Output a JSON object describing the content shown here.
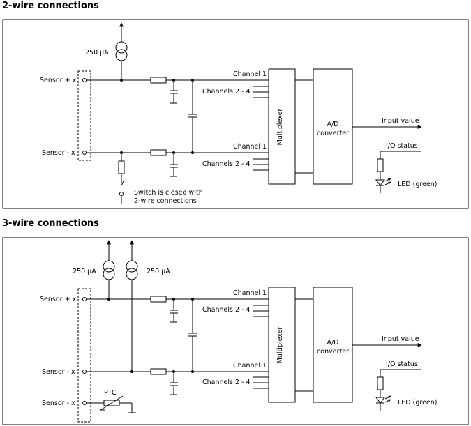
{
  "sections": [
    {
      "heading": "2-wire connections",
      "labels": {
        "current_source": "250 µA",
        "sensor_plus": "Sensor + x",
        "sensor_minus": "Sensor - x",
        "channel1_top": "Channel 1",
        "channels_top": "Channels 2 - 4",
        "channel1_bottom": "Channel 1",
        "channels_bottom": "Channels 2 - 4",
        "multiplexer": "Multiplexer",
        "ad_line1": "A/D",
        "ad_line2": "converter",
        "input_value": "Input value",
        "io_status": "I/O status",
        "led": "LED (green)",
        "switch_note_line1": "Switch is closed with",
        "switch_note_line2": "2-wire connections"
      }
    },
    {
      "heading": "3-wire connections",
      "labels": {
        "current_source_left": "250 µA",
        "current_source_right": "250 µA",
        "sensor_plus": "Sensor + x",
        "sensor_minus_1": "Sensor - x",
        "sensor_minus_2": "Sensor - x",
        "ptc": "PTC",
        "channel1_top": "Channel 1",
        "channels_top": "Channels 2 - 4",
        "channel1_bottom": "Channel 1",
        "channels_bottom": "Channels 2 - 4",
        "multiplexer": "Multiplexer",
        "ad_line1": "A/D",
        "ad_line2": "converter",
        "input_value": "Input value",
        "io_status": "I/O status",
        "led": "LED (green)"
      }
    }
  ]
}
